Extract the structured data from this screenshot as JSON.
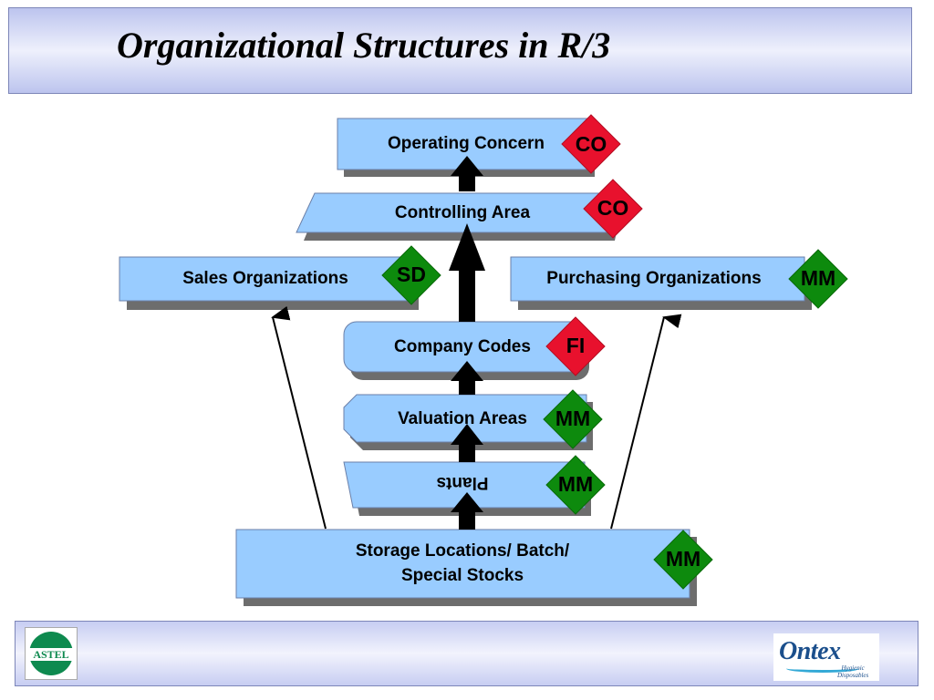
{
  "title": "Organizational Structures in R/3",
  "nodes": {
    "operating_concern": {
      "label": "Operating Concern",
      "badge": "CO"
    },
    "controlling_area": {
      "label": "Controlling Area",
      "badge": "CO"
    },
    "sales_organizations": {
      "label": "Sales Organizations",
      "badge": "SD"
    },
    "purchasing_organizations": {
      "label": "Purchasing Organizations",
      "badge": "MM"
    },
    "company_codes": {
      "label": "Company Codes",
      "badge": "FI"
    },
    "valuation_areas": {
      "label": "Valuation Areas",
      "badge": "MM"
    },
    "plants": {
      "label": "Plants",
      "badge": "MM"
    },
    "storage_locations": {
      "label_line1": "Storage Locations/ Batch/",
      "label_line2": "Special Stocks",
      "badge": "MM"
    }
  },
  "footer": {
    "left_logo_text": "ASTEL",
    "right_logo_name": "Ontex",
    "right_logo_sub_line1": "Hygienic",
    "right_logo_sub_line2": "Disposables"
  },
  "colors": {
    "box_fill": "#99ccff",
    "box_border": "#6a7fa8",
    "shadow": "#6d6d6d",
    "badge_co_fi": "#e8112d",
    "badge_sd_mm": "#0d8a0d",
    "header_band": "#bcc4ee"
  }
}
